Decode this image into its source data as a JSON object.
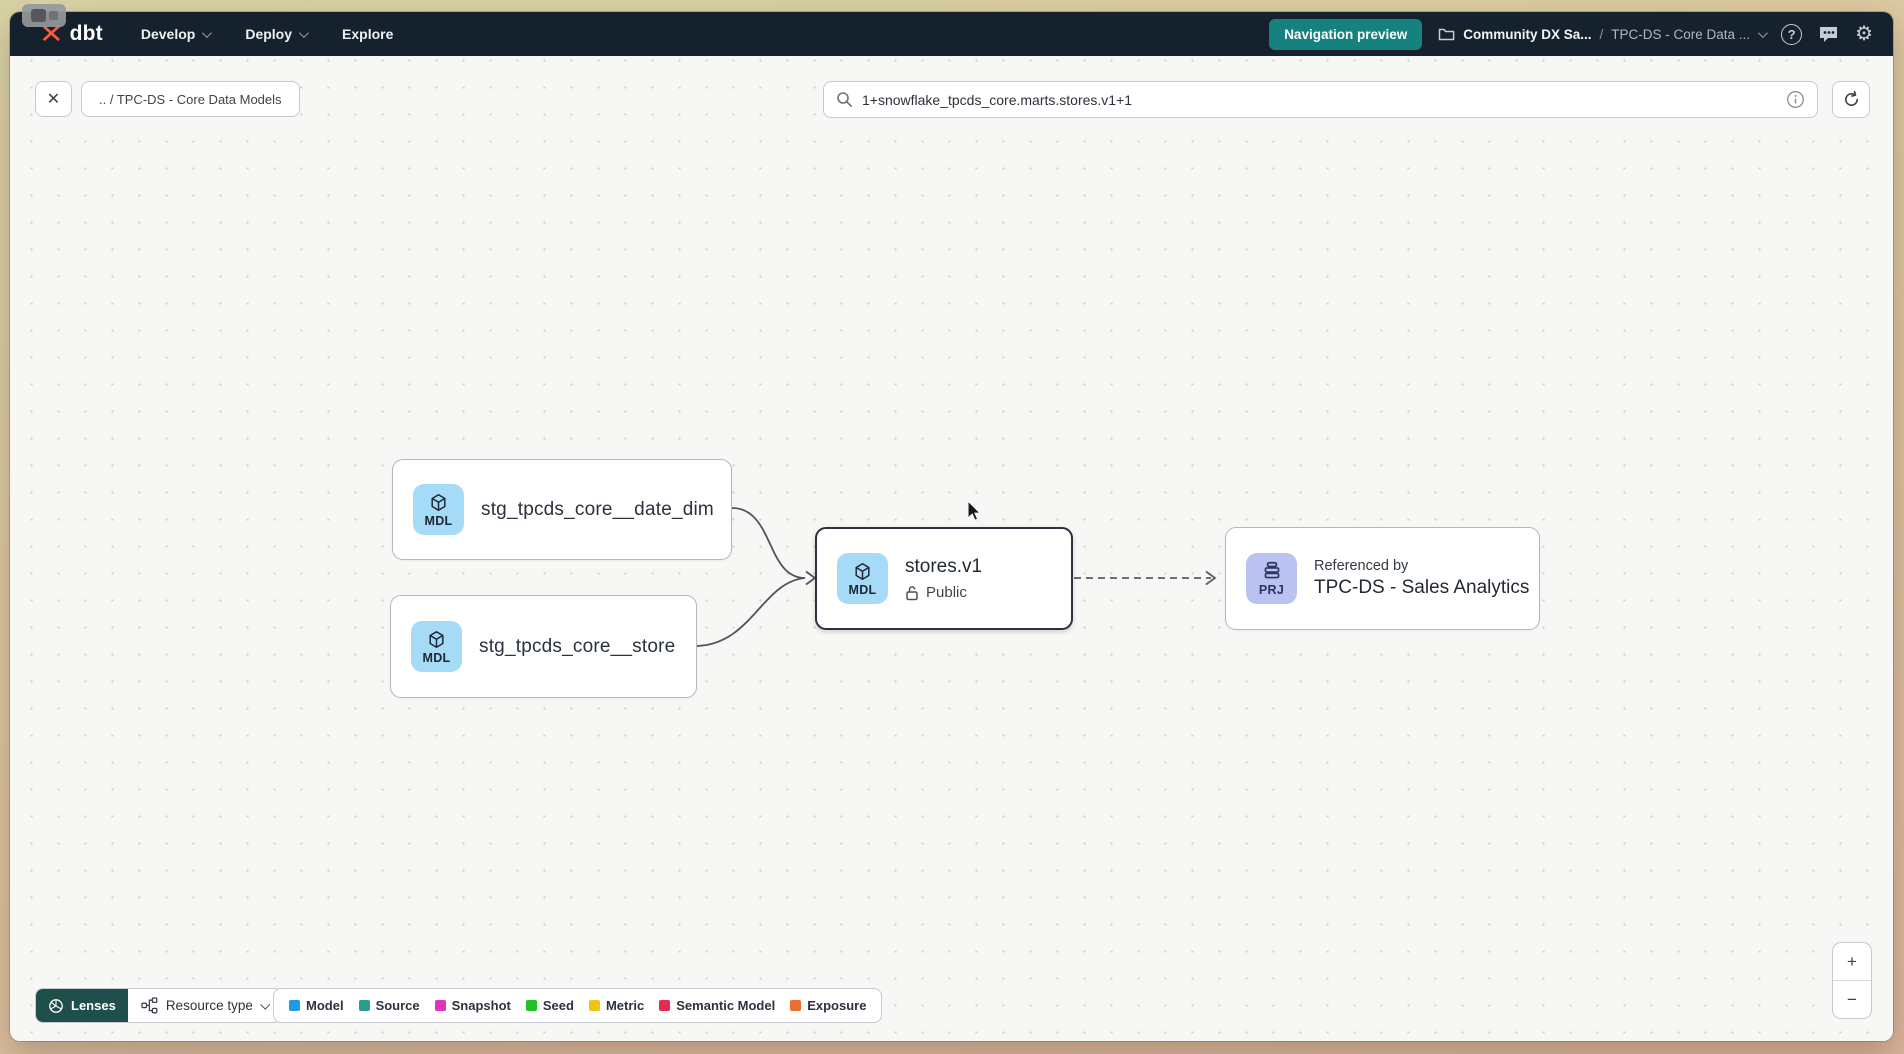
{
  "navbar": {
    "logo_text": "dbt",
    "logo_glyph": "✕",
    "menu": [
      {
        "label": "Develop"
      },
      {
        "label": "Deploy"
      },
      {
        "label": "Explore"
      }
    ],
    "preview_button_label": "Navigation preview",
    "project_breadcrumb": {
      "account": "Community DX Sa...",
      "separator": "/",
      "project": "TPC-DS - Core Data ..."
    },
    "help_glyph": "?",
    "gear_glyph": "⚙"
  },
  "toolbar": {
    "close_glyph": "✕",
    "breadcrumb_chip": ".. / TPC-DS - Core Data Models",
    "search_value": "1+snowflake_tpcds_core.marts.stores.v1+1"
  },
  "graph": {
    "nodes": {
      "date_dim": {
        "badge": "MDL",
        "label": "stg_tpcds_core__date_dim"
      },
      "store": {
        "badge": "MDL",
        "label": "stg_tpcds_core__store"
      },
      "stores_v1": {
        "badge": "MDL",
        "title": "stores.v1",
        "access_label": "Public"
      },
      "referenced_by": {
        "badge": "PRJ",
        "eyebrow": "Referenced by",
        "title": "TPC-DS - Sales Analytics"
      }
    }
  },
  "footer": {
    "lenses_label": "Lenses",
    "resource_type_label": "Resource type",
    "legend": [
      {
        "label": "Model",
        "color": "#1e9be6"
      },
      {
        "label": "Source",
        "color": "#2a9d8f"
      },
      {
        "label": "Snapshot",
        "color": "#e233c0"
      },
      {
        "label": "Seed",
        "color": "#1fc127"
      },
      {
        "label": "Metric",
        "color": "#eec513"
      },
      {
        "label": "Semantic Model",
        "color": "#e62b52"
      },
      {
        "label": "Exposure",
        "color": "#ec6f30"
      }
    ],
    "zoom_in_glyph": "+",
    "zoom_out_glyph": "−"
  },
  "colors": {
    "navbar_bg": "#16212e",
    "accent_teal": "#15827e",
    "model_tile": "#a5dbf7",
    "project_tile": "#b9c2f1",
    "canvas_bg": "#f7f7f5"
  }
}
